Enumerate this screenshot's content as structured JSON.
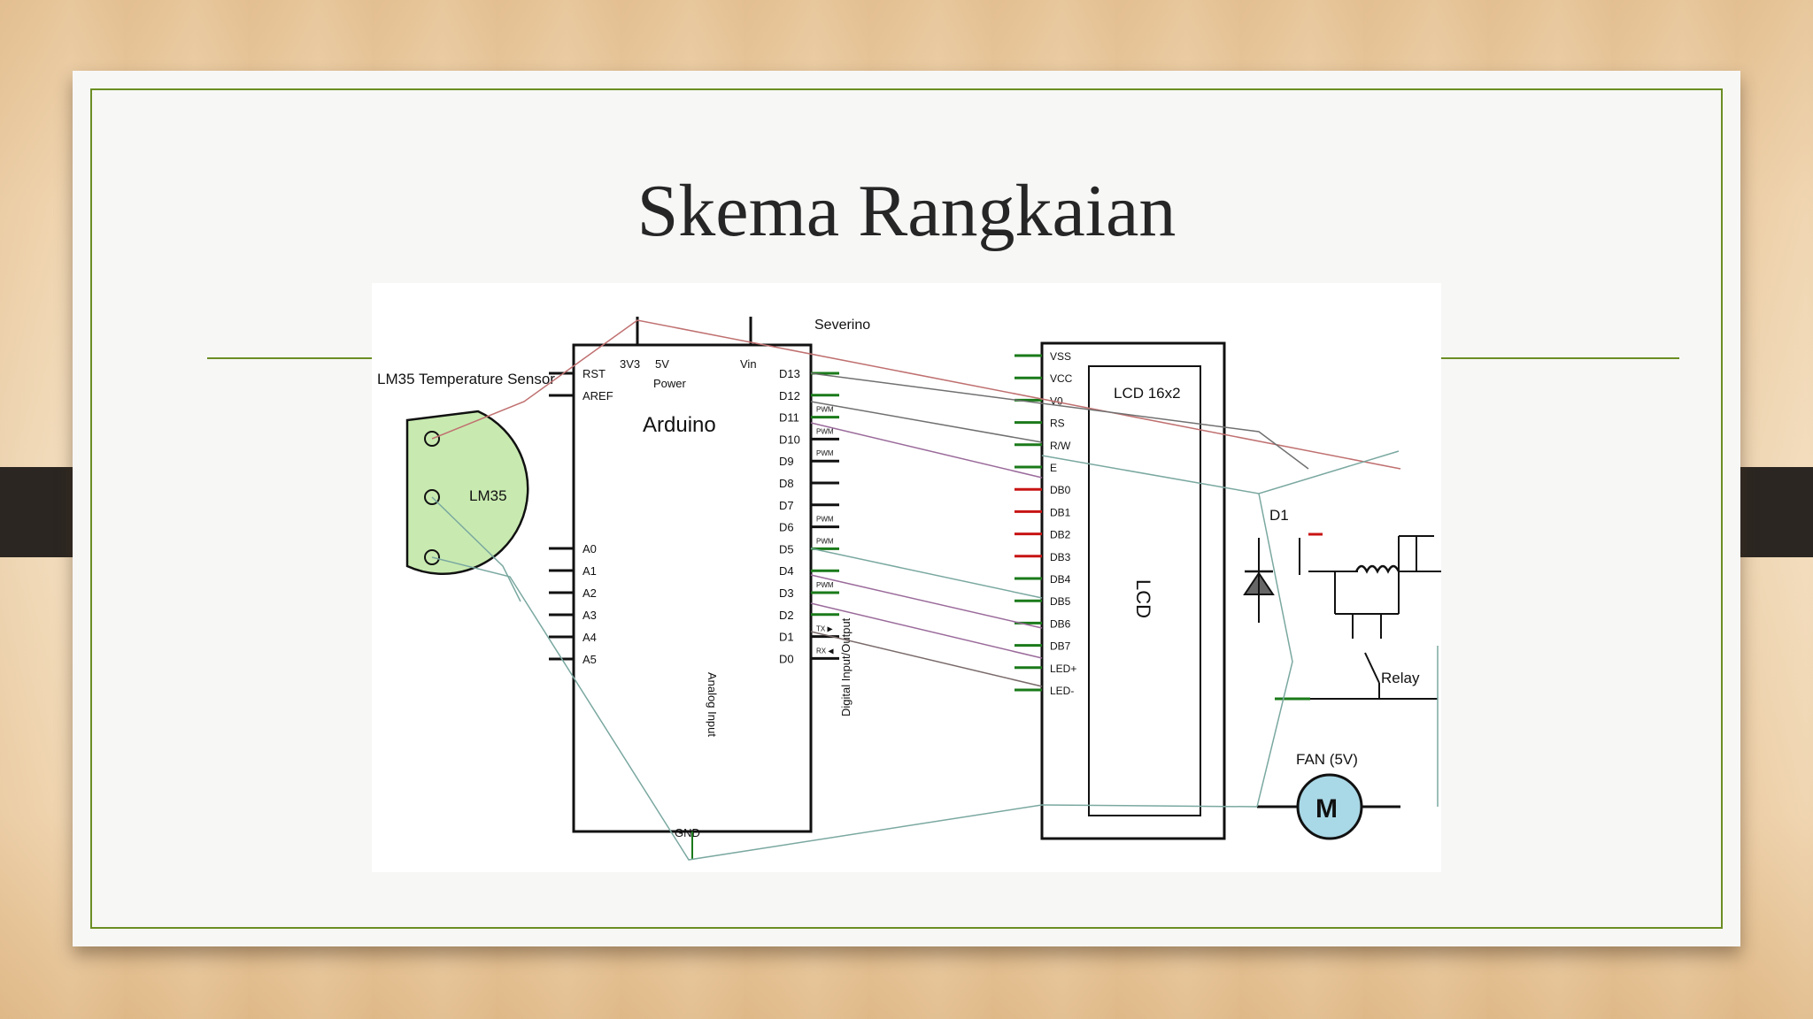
{
  "slide": {
    "title": "Skema Rangkaian"
  },
  "diagram": {
    "labels": {
      "severino": "Severino",
      "v3v3": "3V3",
      "v5": "5V",
      "vin": "Vin",
      "power": "Power",
      "arduino": "Arduino",
      "digital_io": "Digital Input/Output",
      "analog_input": "Analog Input",
      "gnd": "GND",
      "lm35_title": "LM35 Temperature Sensor",
      "lm35": "LM35",
      "lcd_title": "LCD 16x2",
      "lcd": "LCD",
      "d1": "D1",
      "relay": "Relay",
      "fan": "FAN (5V)",
      "motor": "M"
    },
    "arduino_left_pins": [
      "RST",
      "AREF",
      "A0",
      "A1",
      "A2",
      "A3",
      "A4",
      "A5"
    ],
    "arduino_right_pins": [
      "D13",
      "D12",
      "D11",
      "D10",
      "D9",
      "D8",
      "D7",
      "D6",
      "D5",
      "D4",
      "D3",
      "D2",
      "D1",
      "D0"
    ],
    "pwm_marks": [
      "PWM",
      "PWM",
      "PWM",
      "PWM",
      "PWM",
      "PWM"
    ],
    "serial_marks": [
      "TX ▶",
      "RX ◀"
    ],
    "lcd_pins": [
      "VSS",
      "VCC",
      "V0",
      "RS",
      "R/W",
      "E",
      "DB0",
      "DB1",
      "DB2",
      "DB3",
      "DB4",
      "DB5",
      "DB6",
      "DB7",
      "LED+",
      "LED-"
    ],
    "colors": {
      "sensor_fill": "#c8eab0",
      "motor_fill": "#a9d8e6",
      "pin_green": "#1a7a1a",
      "pin_red": "#c81414",
      "wire_red": "#c07070",
      "wire_teal": "#7aa8a0",
      "wire_purple": "#9a6a9a",
      "wire_gray": "#707070"
    }
  }
}
